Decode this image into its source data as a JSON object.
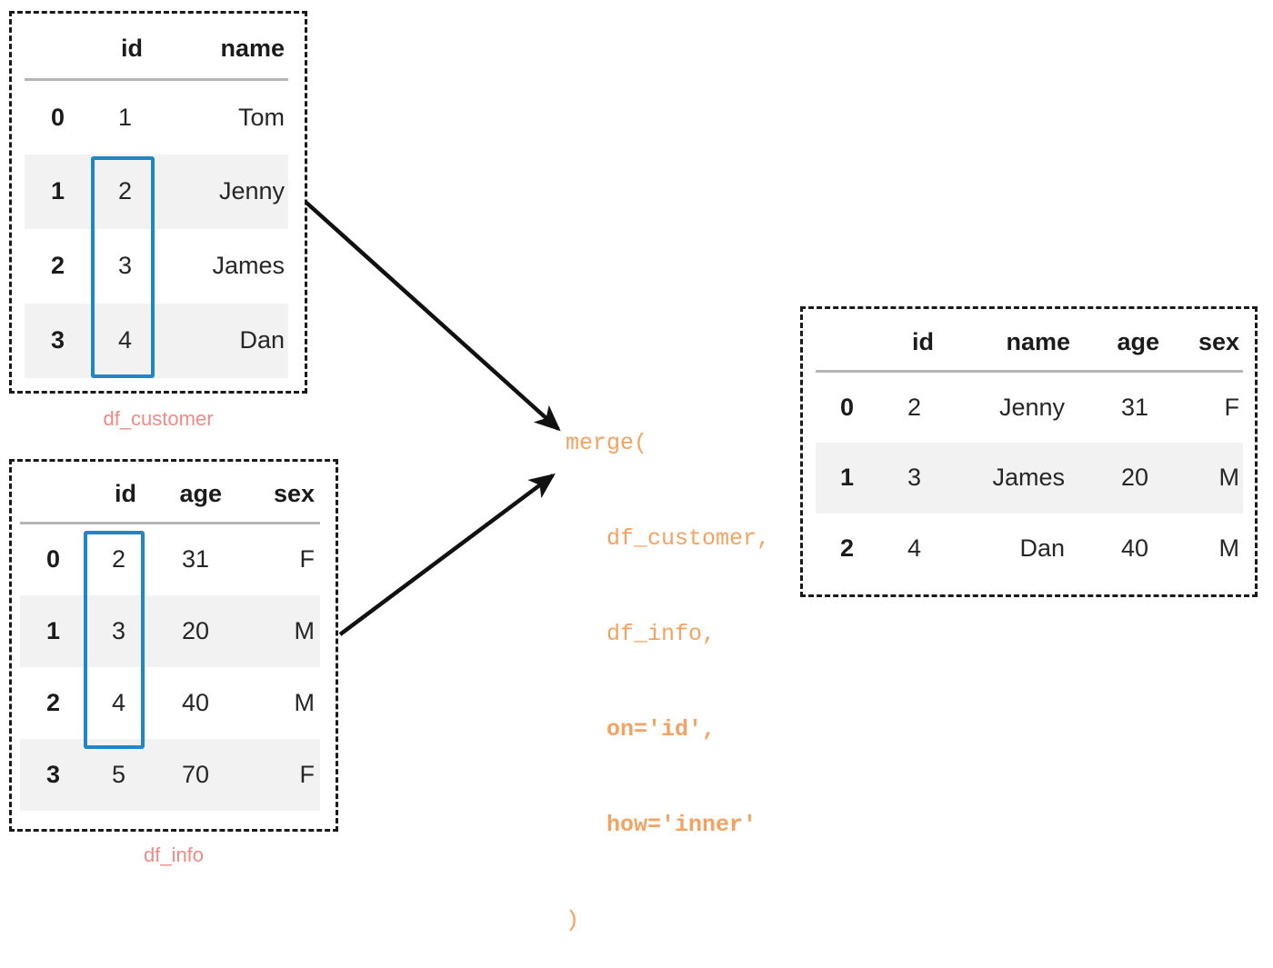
{
  "tables": {
    "df_customer": {
      "label": "df_customer",
      "columns": [
        "id",
        "name"
      ],
      "index": [
        "0",
        "1",
        "2",
        "3"
      ],
      "rows": [
        [
          "1",
          "Tom"
        ],
        [
          "2",
          "Jenny"
        ],
        [
          "3",
          "James"
        ],
        [
          "4",
          "Dan"
        ]
      ],
      "highlight_column": "id",
      "highlight_rows": [
        "1",
        "2",
        "3"
      ]
    },
    "df_info": {
      "label": "df_info",
      "columns": [
        "id",
        "age",
        "sex"
      ],
      "index": [
        "0",
        "1",
        "2",
        "3"
      ],
      "rows": [
        [
          "2",
          "31",
          "F"
        ],
        [
          "3",
          "20",
          "M"
        ],
        [
          "4",
          "40",
          "M"
        ],
        [
          "5",
          "70",
          "F"
        ]
      ],
      "highlight_column": "id",
      "highlight_rows": [
        "0",
        "1",
        "2"
      ]
    },
    "df_result": {
      "label": "",
      "columns": [
        "id",
        "name",
        "age",
        "sex"
      ],
      "index": [
        "0",
        "1",
        "2"
      ],
      "rows": [
        [
          "2",
          "Jenny",
          "31",
          "F"
        ],
        [
          "3",
          "James",
          "20",
          "M"
        ],
        [
          "4",
          "Dan",
          "40",
          "M"
        ]
      ]
    }
  },
  "code": {
    "lines": [
      {
        "text": "merge(",
        "bold": false
      },
      {
        "text": "   df_customer,",
        "bold": false
      },
      {
        "text": "   df_info,",
        "bold": false
      },
      {
        "text": "   on='id',",
        "bold": true
      },
      {
        "text": "   how='inner'",
        "bold": true
      },
      {
        "text": ")",
        "bold": false
      }
    ],
    "full_text": "merge(\n   df_customer,\n   df_info,\n   on='id',\n   how='inner'\n)"
  },
  "colors": {
    "accent_code": "#f4a261",
    "highlight_blue": "#2186c4",
    "label_red": "#f08a85",
    "stripe_gray": "#f2f2f2",
    "rule_gray": "#b5b5b5",
    "dashed_border": "#1a1a1a"
  }
}
